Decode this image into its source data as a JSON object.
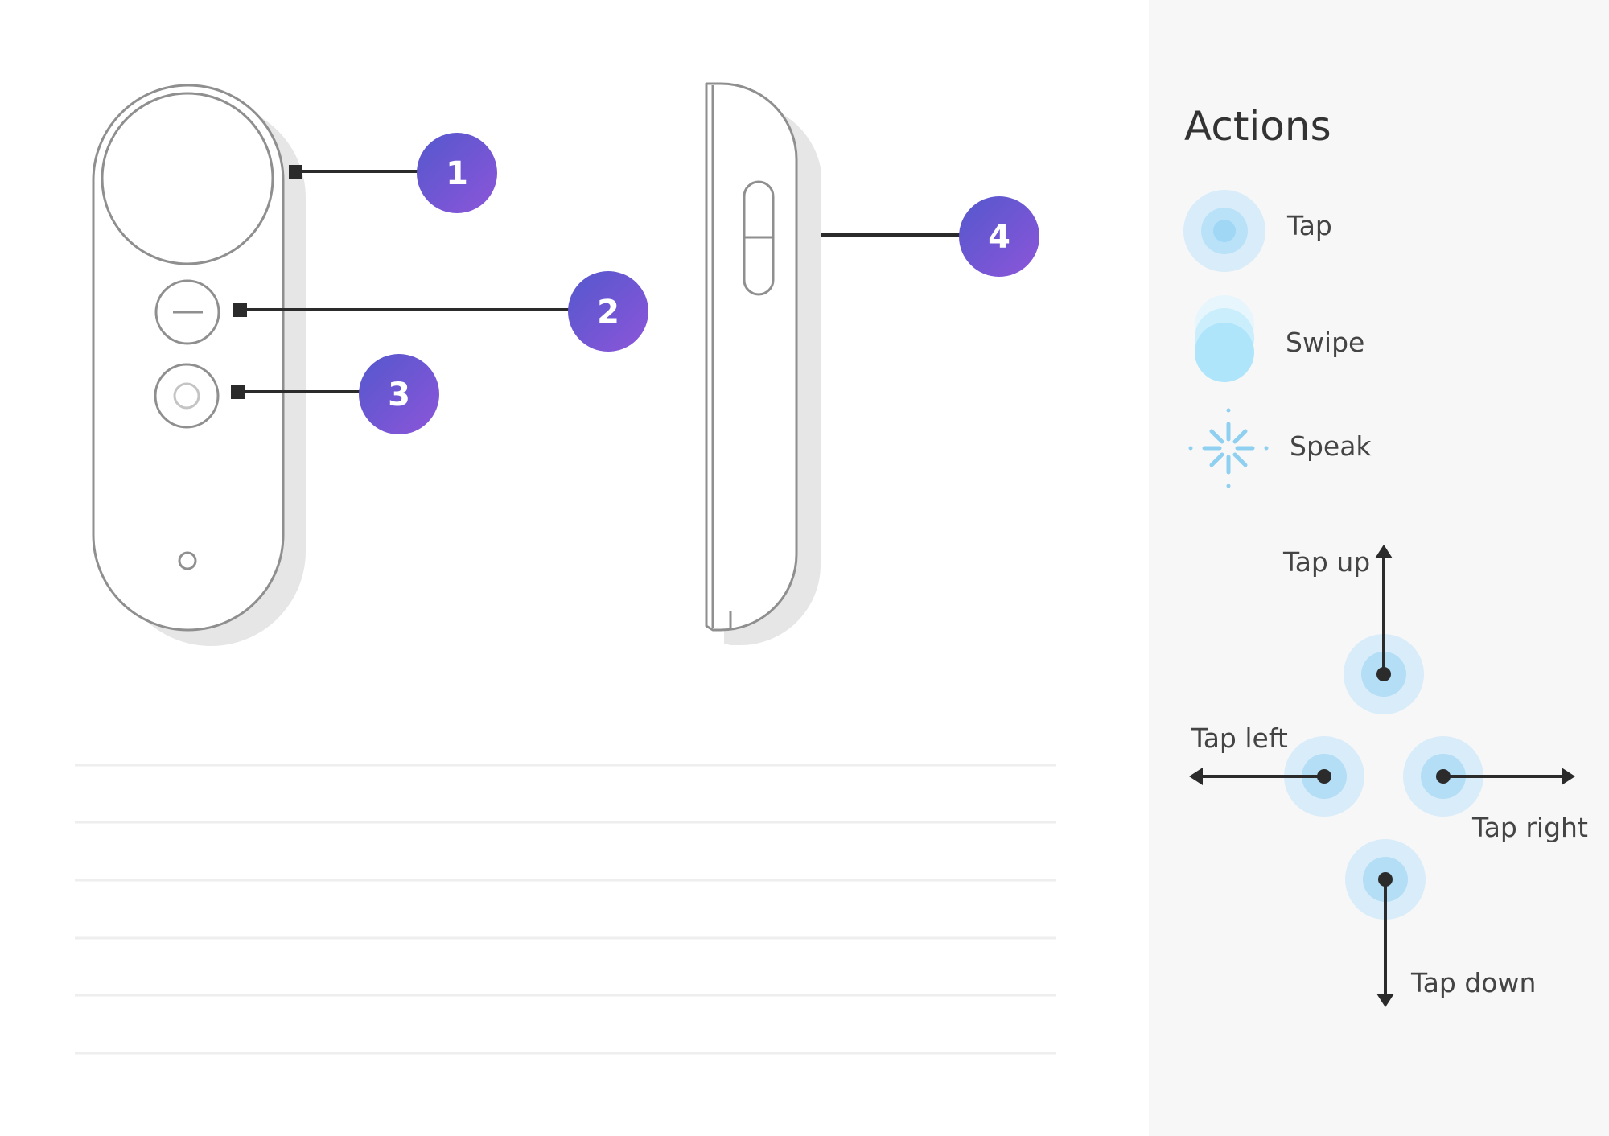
{
  "callouts": [
    {
      "number": "1"
    },
    {
      "number": "2"
    },
    {
      "number": "3"
    },
    {
      "number": "4"
    }
  ],
  "actions": {
    "title": "Actions",
    "legend": {
      "tap": "Tap",
      "swipe": "Swipe",
      "speak": "Speak"
    },
    "directions": {
      "up": "Tap up",
      "left": "Tap left",
      "right": "Tap right",
      "down": "Tap down"
    }
  },
  "colors": {
    "badge_start": "#5b57cf",
    "badge_end": "#8a55d8",
    "device_outline": "#8f8f8f",
    "device_shadow": "#e6e6e6",
    "panel_background": "#f7f7f7",
    "tap_ring_outer": "#d9ecf9",
    "tap_ring_inner": "#b3def6",
    "swipe_fill": "#aee5fb",
    "speak_color": "#8fd0f1",
    "connector": "#2b2b2b",
    "table_rule": "#eeeeee"
  }
}
